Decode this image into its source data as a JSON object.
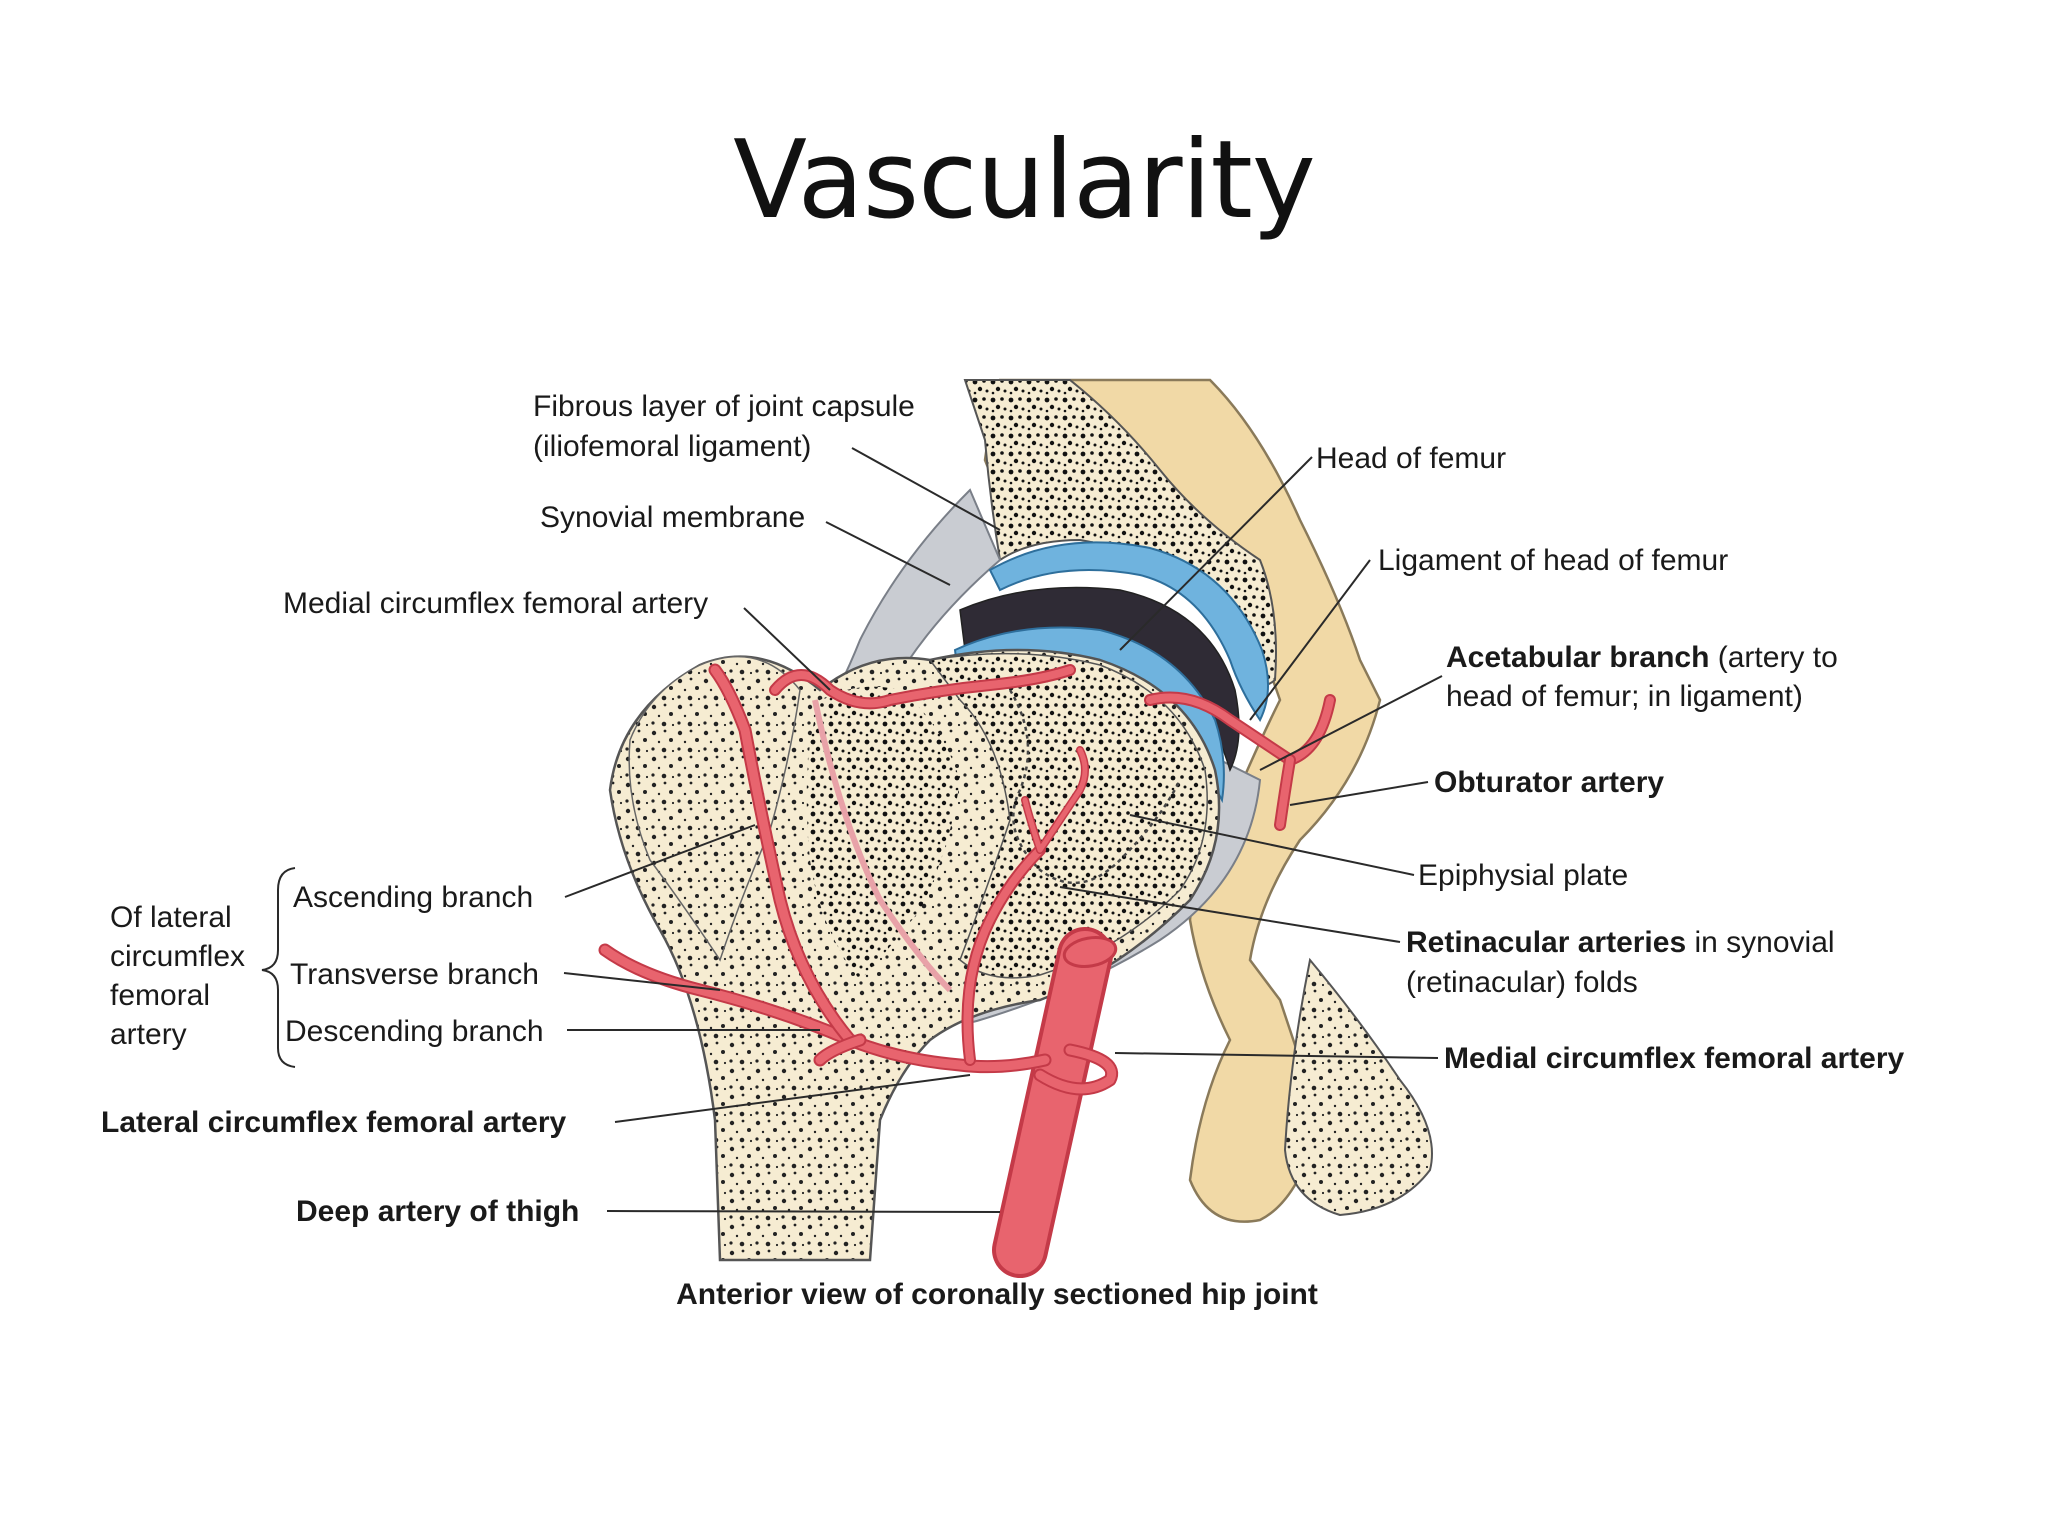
{
  "title": "Vascularity",
  "caption": "Anterior view of coronally sectioned hip joint",
  "labels": {
    "fibrous_layer_1": "Fibrous layer of joint capsule",
    "fibrous_layer_2": "(iliofemoral ligament)",
    "synovial_membrane": "Synovial membrane",
    "medial_circumflex_top": "Medial circumflex femoral artery",
    "head_of_femur": "Head of femur",
    "ligament_head_femur": "Ligament of head of femur",
    "acetabular_branch_bold": "Acetabular branch",
    "acetabular_branch_rest": " (artery to",
    "acetabular_branch_line2": "head of femur; in ligament)",
    "obturator_artery": "Obturator artery",
    "epiphysial_plate": "Epiphysial plate",
    "retinacular_bold": "Retinacular arteries",
    "retinacular_rest": " in synovial",
    "retinacular_line2": "(retinacular) folds",
    "medial_circumflex_bottom": "Medial circumflex femoral artery",
    "group_line1": "Of lateral",
    "group_line2": "circumflex",
    "group_line3": "femoral",
    "group_line4": "artery",
    "ascending_branch": "Ascending branch",
    "transverse_branch": "Transverse branch",
    "descending_branch": "Descending branch",
    "lateral_circumflex": "Lateral circumflex femoral artery",
    "deep_artery": "Deep artery of thigh"
  },
  "colors": {
    "bone": "#f6ecd2",
    "hip_bone": "#f1d9a6",
    "artery": "#e8646e",
    "artery_dark": "#c43a48",
    "cartilage": "#6fb3de",
    "capsule": "#c9ccd2"
  }
}
